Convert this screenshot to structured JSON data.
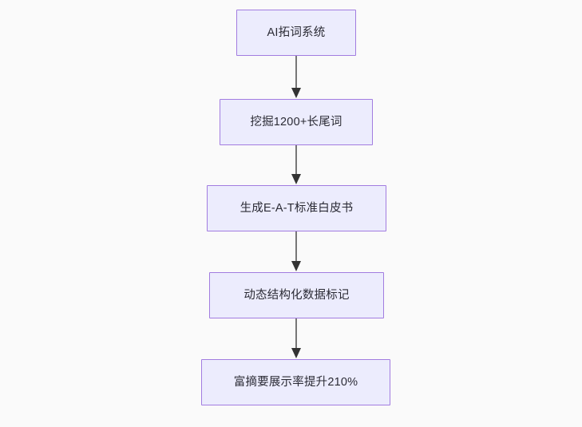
{
  "diagram": {
    "type": "flowchart",
    "direction": "top-to-bottom",
    "background_color": "#fafafa",
    "node_fill_color": "#ececfd",
    "node_border_color": "#a27ce0",
    "node_text_color": "#2b2b35",
    "connector_line_color": "#707070",
    "connector_arrow_color": "#333333",
    "nodes": [
      {
        "id": "node-1",
        "label": "AI拓词系统"
      },
      {
        "id": "node-2",
        "label": "挖掘1200+长尾词"
      },
      {
        "id": "node-3",
        "label": "生成E-A-T标准白皮书"
      },
      {
        "id": "node-4",
        "label": "动态结构化数据标记"
      },
      {
        "id": "node-5",
        "label": "富摘要展示率提升210%"
      }
    ],
    "edges": [
      {
        "from": "node-1",
        "to": "node-2",
        "label": ""
      },
      {
        "from": "node-2",
        "to": "node-3",
        "label": ""
      },
      {
        "from": "node-3",
        "to": "node-4",
        "label": ""
      },
      {
        "from": "node-4",
        "to": "node-5",
        "label": ""
      }
    ]
  }
}
